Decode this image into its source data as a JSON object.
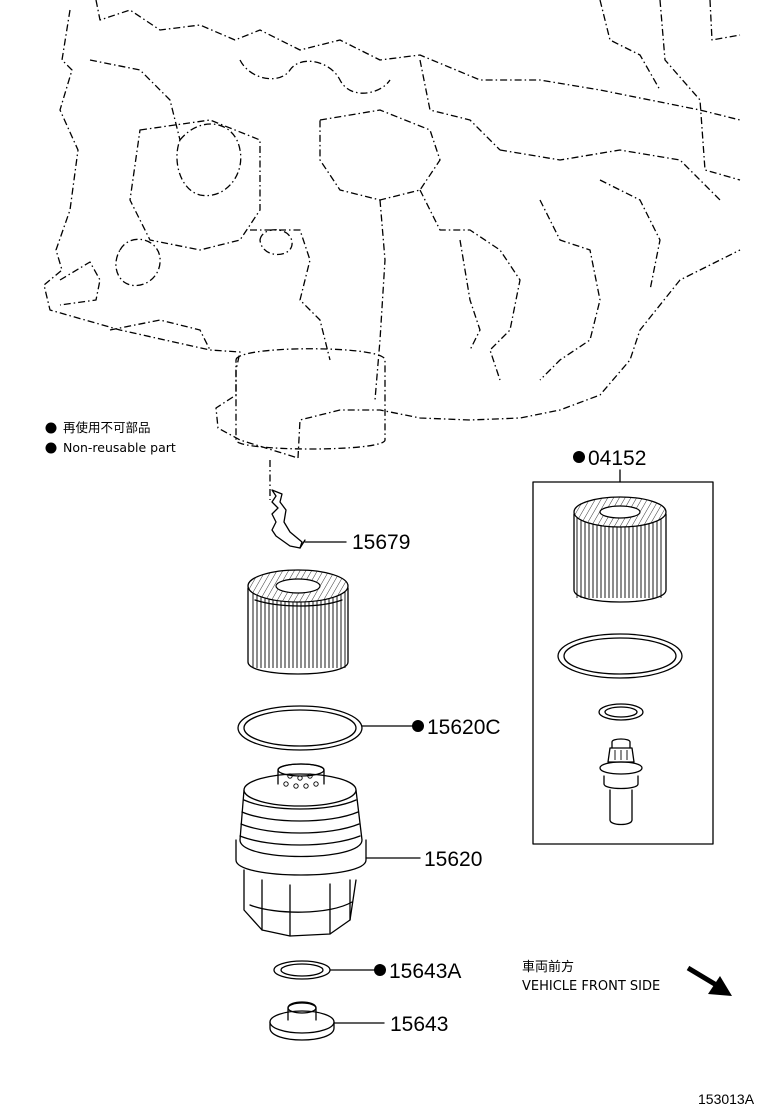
{
  "legend": {
    "items": [
      {
        "icon": "filled-dot-icon",
        "label": "再使用不可部品"
      },
      {
        "icon": "filled-dot-icon",
        "label": "Non-reusable part"
      }
    ]
  },
  "parts": [
    {
      "number": "15679",
      "non_reusable": false
    },
    {
      "number": "15620C",
      "non_reusable": true
    },
    {
      "number": "15620",
      "non_reusable": false
    },
    {
      "number": "15643A",
      "non_reusable": true
    },
    {
      "number": "15643",
      "non_reusable": false
    }
  ],
  "kit": {
    "number": "04152",
    "non_reusable": true
  },
  "front_indicator": {
    "label_jp": "車両前方",
    "label_en": "VEHICLE FRONT SIDE",
    "icon": "arrow-down-right-icon"
  },
  "figure_code": "153013A"
}
